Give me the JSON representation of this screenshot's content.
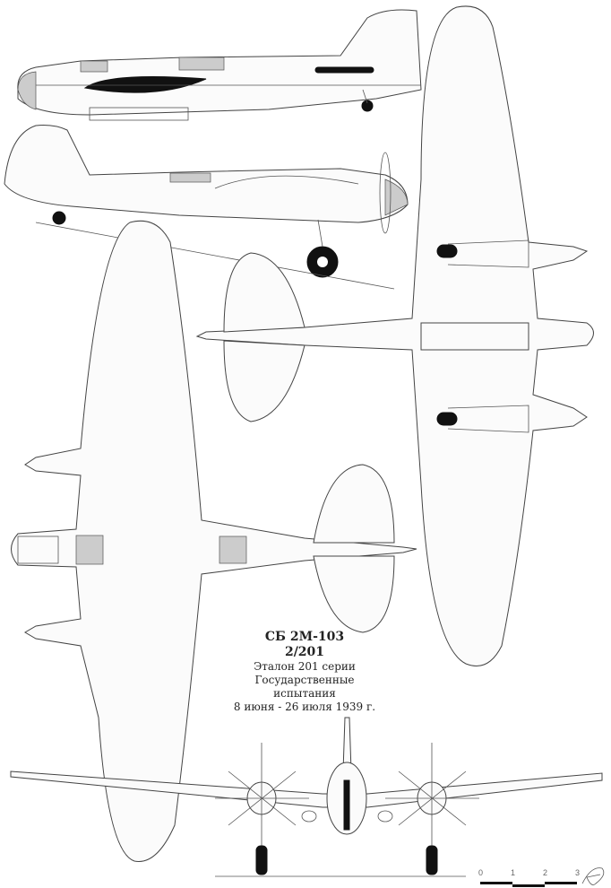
{
  "caption": {
    "designation": "СБ 2М-103",
    "serial": "2/201",
    "line1": "Эталон 201 серии",
    "line2": "Государственные испытания",
    "line3": "8 июня - 26 июля 1939 г."
  },
  "scale_bar": {
    "labels": [
      "0",
      "1",
      "2",
      "3"
    ]
  },
  "signature": "artist signature",
  "colors": {
    "line": "#444444",
    "fill": "#111111",
    "panel": "#cccccc"
  }
}
